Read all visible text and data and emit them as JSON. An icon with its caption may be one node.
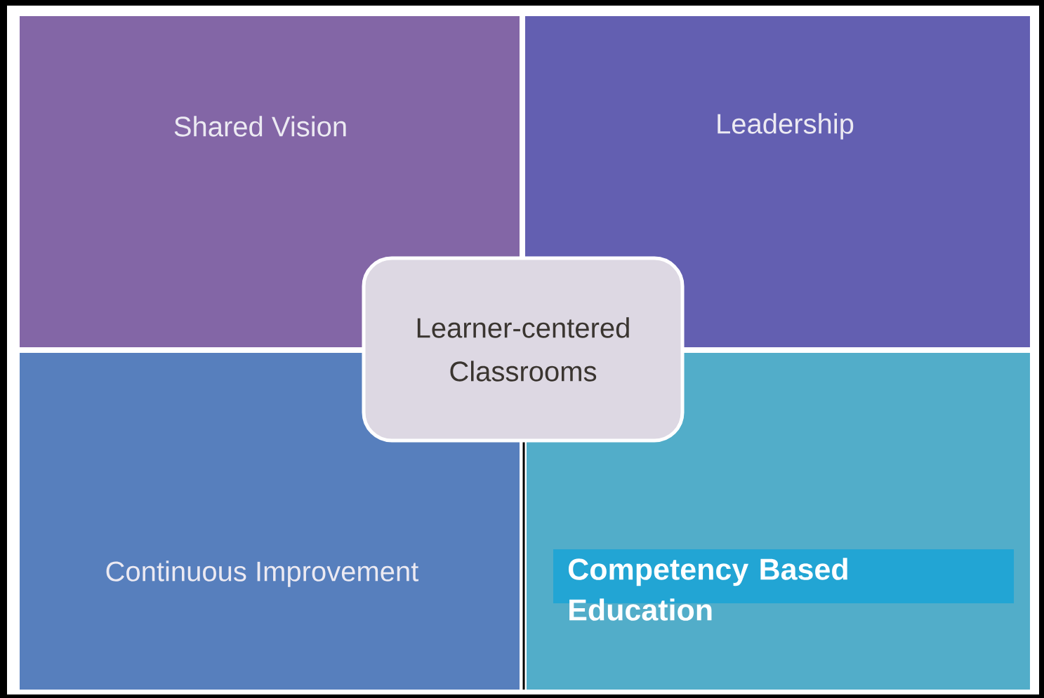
{
  "diagram": {
    "nodes": [
      {
        "text": [
          "Shared Vision"
        ]
      },
      {
        "text": [
          "Leadership"
        ]
      },
      {
        "text": [
          "Continuous Improvement"
        ]
      },
      {
        "text": [],
        "shape": "box"
      },
      {
        "text": [
          "Competency Based Education"
        ],
        "in": 3
      },
      {
        "text": [
          "Learner-centered Classrooms"
        ]
      }
    ]
  }
}
